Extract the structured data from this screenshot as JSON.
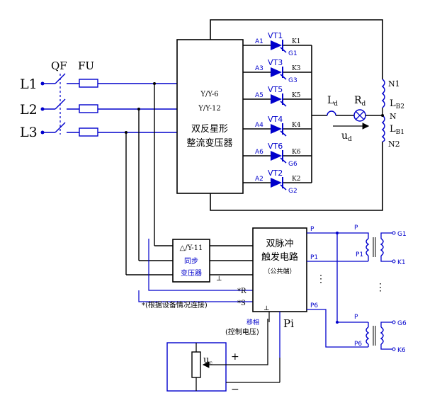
{
  "colors": {
    "black_wire": "#000000",
    "blue_wire": "#0000cc",
    "thyristor": "#0000cc",
    "background": "#ffffff"
  },
  "lines": {
    "l1": "L1",
    "l2": "L2",
    "l3": "L3"
  },
  "switchgear": {
    "breaker": "QF",
    "fuse": "FU"
  },
  "transformer": {
    "line1": "Y/Y-6",
    "line2": "Y/Y-12",
    "line3": "双反星形",
    "line4": "整流变压器"
  },
  "thyristors": [
    {
      "name": "VT1",
      "anode": "A1",
      "cathode": "K1",
      "gate": "G1"
    },
    {
      "name": "VT3",
      "anode": "A3",
      "cathode": "K3",
      "gate": "G3"
    },
    {
      "name": "VT5",
      "anode": "A5",
      "cathode": "K5",
      "gate": ""
    },
    {
      "name": "VT4",
      "anode": "A4",
      "cathode": "K4",
      "gate": ""
    },
    {
      "name": "VT6",
      "anode": "A6",
      "cathode": "K6",
      "gate": "G6"
    },
    {
      "name": "VT2",
      "anode": "A2",
      "cathode": "K2",
      "gate": "G2"
    }
  ],
  "load": {
    "inductor": "L",
    "inductor_sub": "d",
    "resistor": "R",
    "resistor_sub": "d",
    "voltage": "u",
    "voltage_sub": "d"
  },
  "balance_reactor": {
    "n1": "N1",
    "n": "N",
    "n2": "N2",
    "lb2": "L",
    "lb2_sub": "B2",
    "lb1": "L",
    "lb1_sub": "B1"
  },
  "sync_transformer": {
    "line1": "△/Y-11",
    "line2": "同步",
    "line3": "变压器",
    "ground": "⊥"
  },
  "trigger": {
    "line1": "双脉冲",
    "line2": "触发电路",
    "line3": "（公共端）",
    "p": "P",
    "p1": "P1",
    "p6": "P6",
    "r": "*R",
    "s": "*S",
    "ground": "⊥",
    "pi": "Pi",
    "phase_shift": "移相",
    "control_voltage": "(控制电压)",
    "note": "*(根据设备情况连接)"
  },
  "pulse_transformers": {
    "top_p": "P",
    "top_p1": "P1",
    "top_g": "G1",
    "top_k": "K1",
    "bot_p": "P",
    "bot_p6": "P6",
    "bot_g": "G6",
    "bot_k": "K6"
  },
  "control": {
    "uc": "u",
    "uc_sub": "c",
    "plus": "+",
    "minus": "−"
  }
}
